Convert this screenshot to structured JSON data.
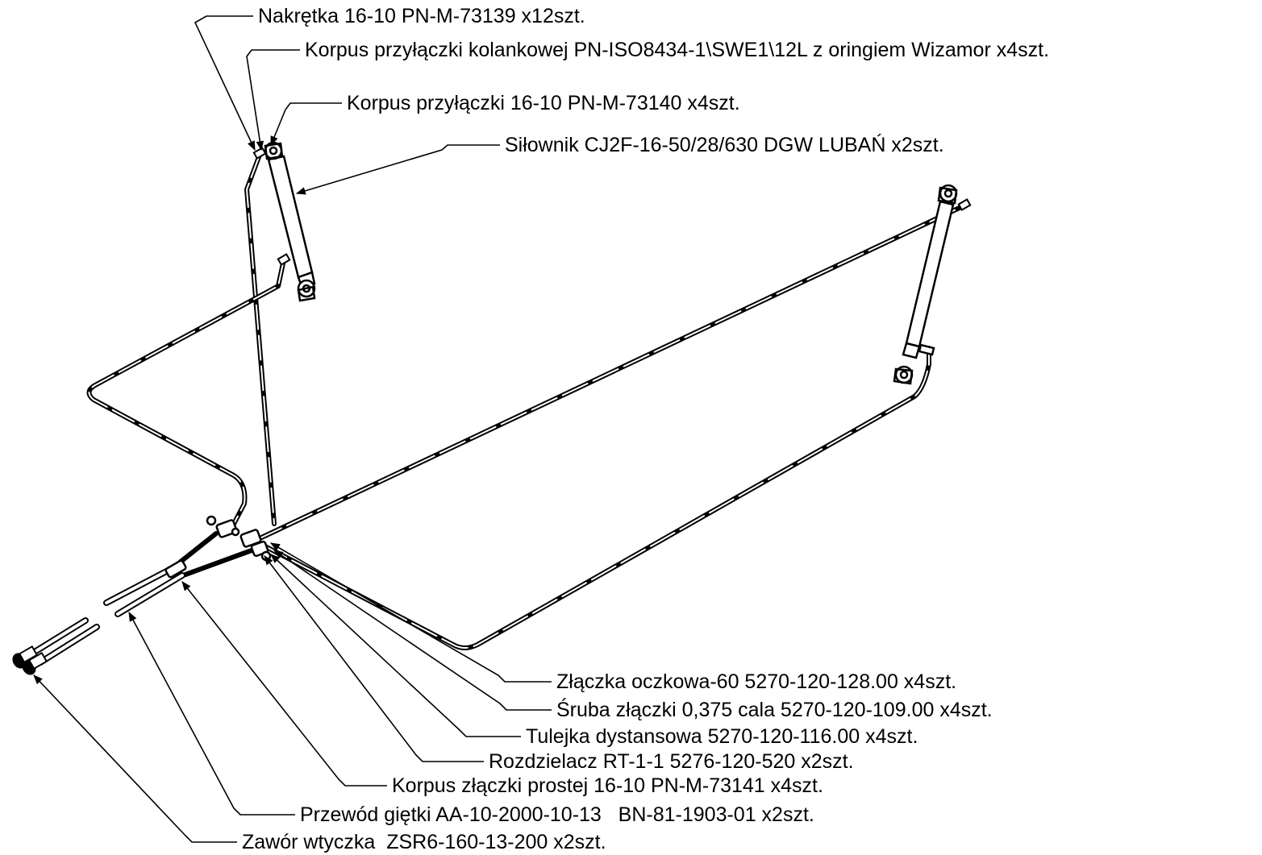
{
  "callouts": {
    "nakretka": "Nakrętka 16-10 PN-M-73139 x12szt.",
    "korpus_kolankowej": "Korpus przyłączki kolankowej PN-ISO8434-1\\SWE1\\12L z oringiem Wizamor x4szt.",
    "korpus_przylaczki": "Korpus przyłączki 16-10 PN-M-73140 x4szt.",
    "silownik": "Siłownik CJ2F-16-50/28/630 DGW LUBAŃ x2szt.",
    "zlaczka_oczkowa": "Złączka oczkowa-60 5270-120-128.00 x4szt.",
    "sruba_zlaczki": "Śruba złączki 0,375 cala 5270-120-109.00 x4szt.",
    "tulejka": "Tulejka dystansowa 5270-120-116.00 x4szt.",
    "rozdzielacz": "Rozdzielacz RT-1-1 5276-120-520 x2szt.",
    "korpus_prostej": "Korpus złączki prostej 16-10 PN-M-73141 x4szt.",
    "przewod": "Przewód giętki AA-10-2000-10-13   BN-81-1903-01 x2szt.",
    "zawor": "Zawór wtyczka  ZSR6-160-13-200 x2szt."
  },
  "colors": {
    "line": "#000000",
    "background": "#ffffff"
  }
}
